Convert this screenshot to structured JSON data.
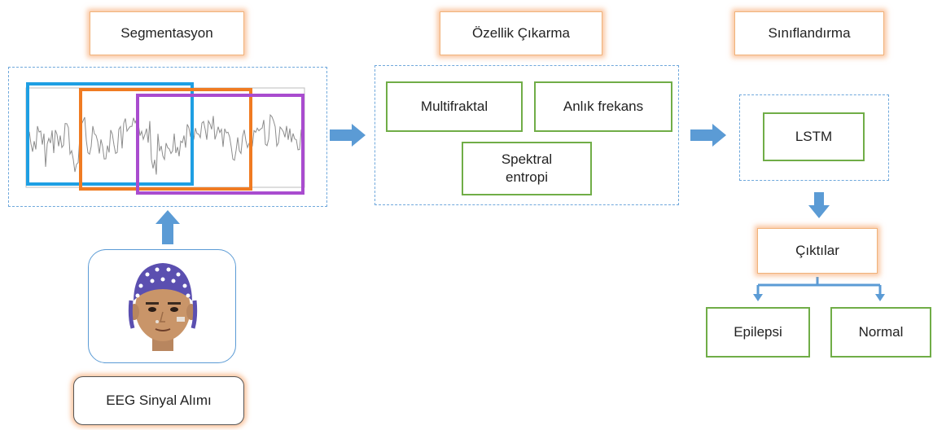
{
  "headers": {
    "segmentation": "Segmentasyon",
    "feature_extraction": "Özellik Çıkarma",
    "classification": "Sınıflandırma"
  },
  "features": {
    "multifractal": "Multifraktal",
    "instant_freq": "Anlık frekans",
    "spectral_entropy": "Spektral\nentropi"
  },
  "classifier": {
    "model": "LSTM"
  },
  "outputs": {
    "title": "Çıktılar",
    "class_a": "Epilepsi",
    "class_b": "Normal"
  },
  "acquisition": {
    "label": "EEG Sinyal Alımı"
  },
  "colors": {
    "arrow": "#5b9bd5",
    "window_1": "#1e9fe3",
    "window_2": "#f07b22",
    "window_3": "#a94ccf",
    "green_border": "#70ad47",
    "orange_glow": "#f59650",
    "cap": "#5b4fb0"
  }
}
